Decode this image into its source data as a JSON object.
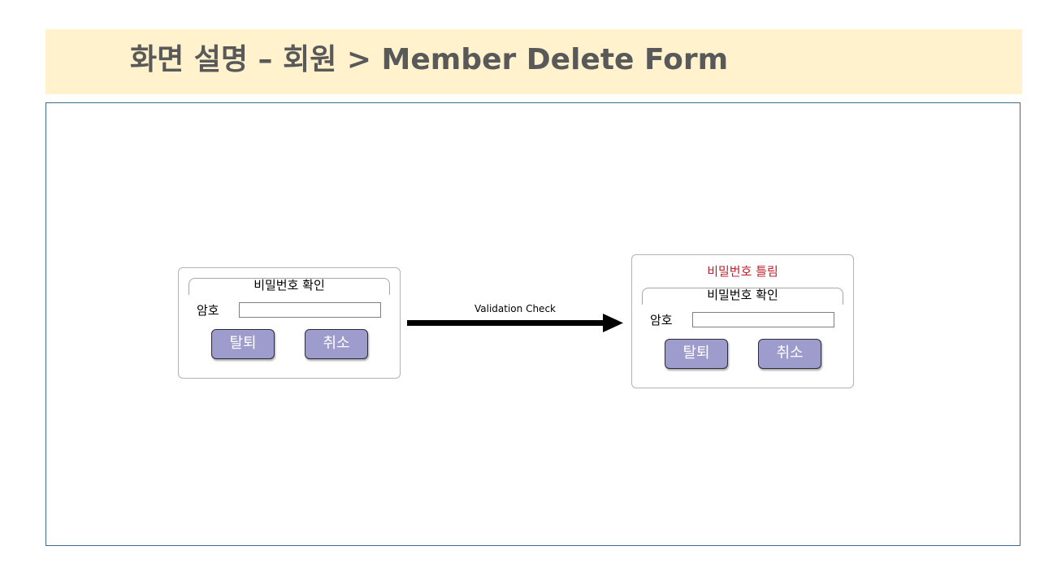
{
  "header": {
    "title": "화면 설명 – 회원  >  Member Delete Form"
  },
  "before_form": {
    "legend": "비밀번호 확인",
    "password_label": "암호",
    "password_value": "",
    "delete_button": "탈퇴",
    "cancel_button": "취소"
  },
  "transition": {
    "label": "Validation  Check"
  },
  "after_form": {
    "error_message": "비밀번호 틀림",
    "legend": "비밀번호 확인",
    "password_label": "암호",
    "password_value": "",
    "delete_button": "탈퇴",
    "cancel_button": "취소"
  },
  "colors": {
    "title_background": "#fff2cc",
    "title_text": "#595959",
    "frame_border": "#41698f",
    "button_fill": "#9e9ccc",
    "error_text": "#c0202a"
  },
  "icons": {
    "transition_arrow": "arrow-right-icon"
  }
}
